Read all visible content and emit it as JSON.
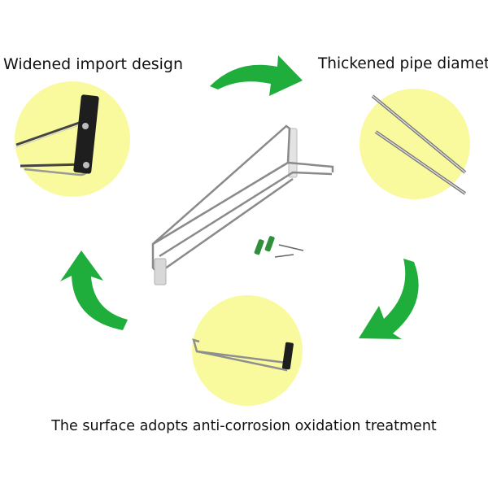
{
  "features": {
    "top_left": "Widened import design",
    "top_right": "Thickened pipe diameter",
    "bottom": "The surface adopts anti-corrosion oxidation treatment"
  },
  "colors": {
    "circle_fill": "#f9fa9e",
    "arrow_green": "#1fad3b",
    "bracket_black": "#1e1e1e",
    "chrome_wire": "#9a9a9a"
  }
}
